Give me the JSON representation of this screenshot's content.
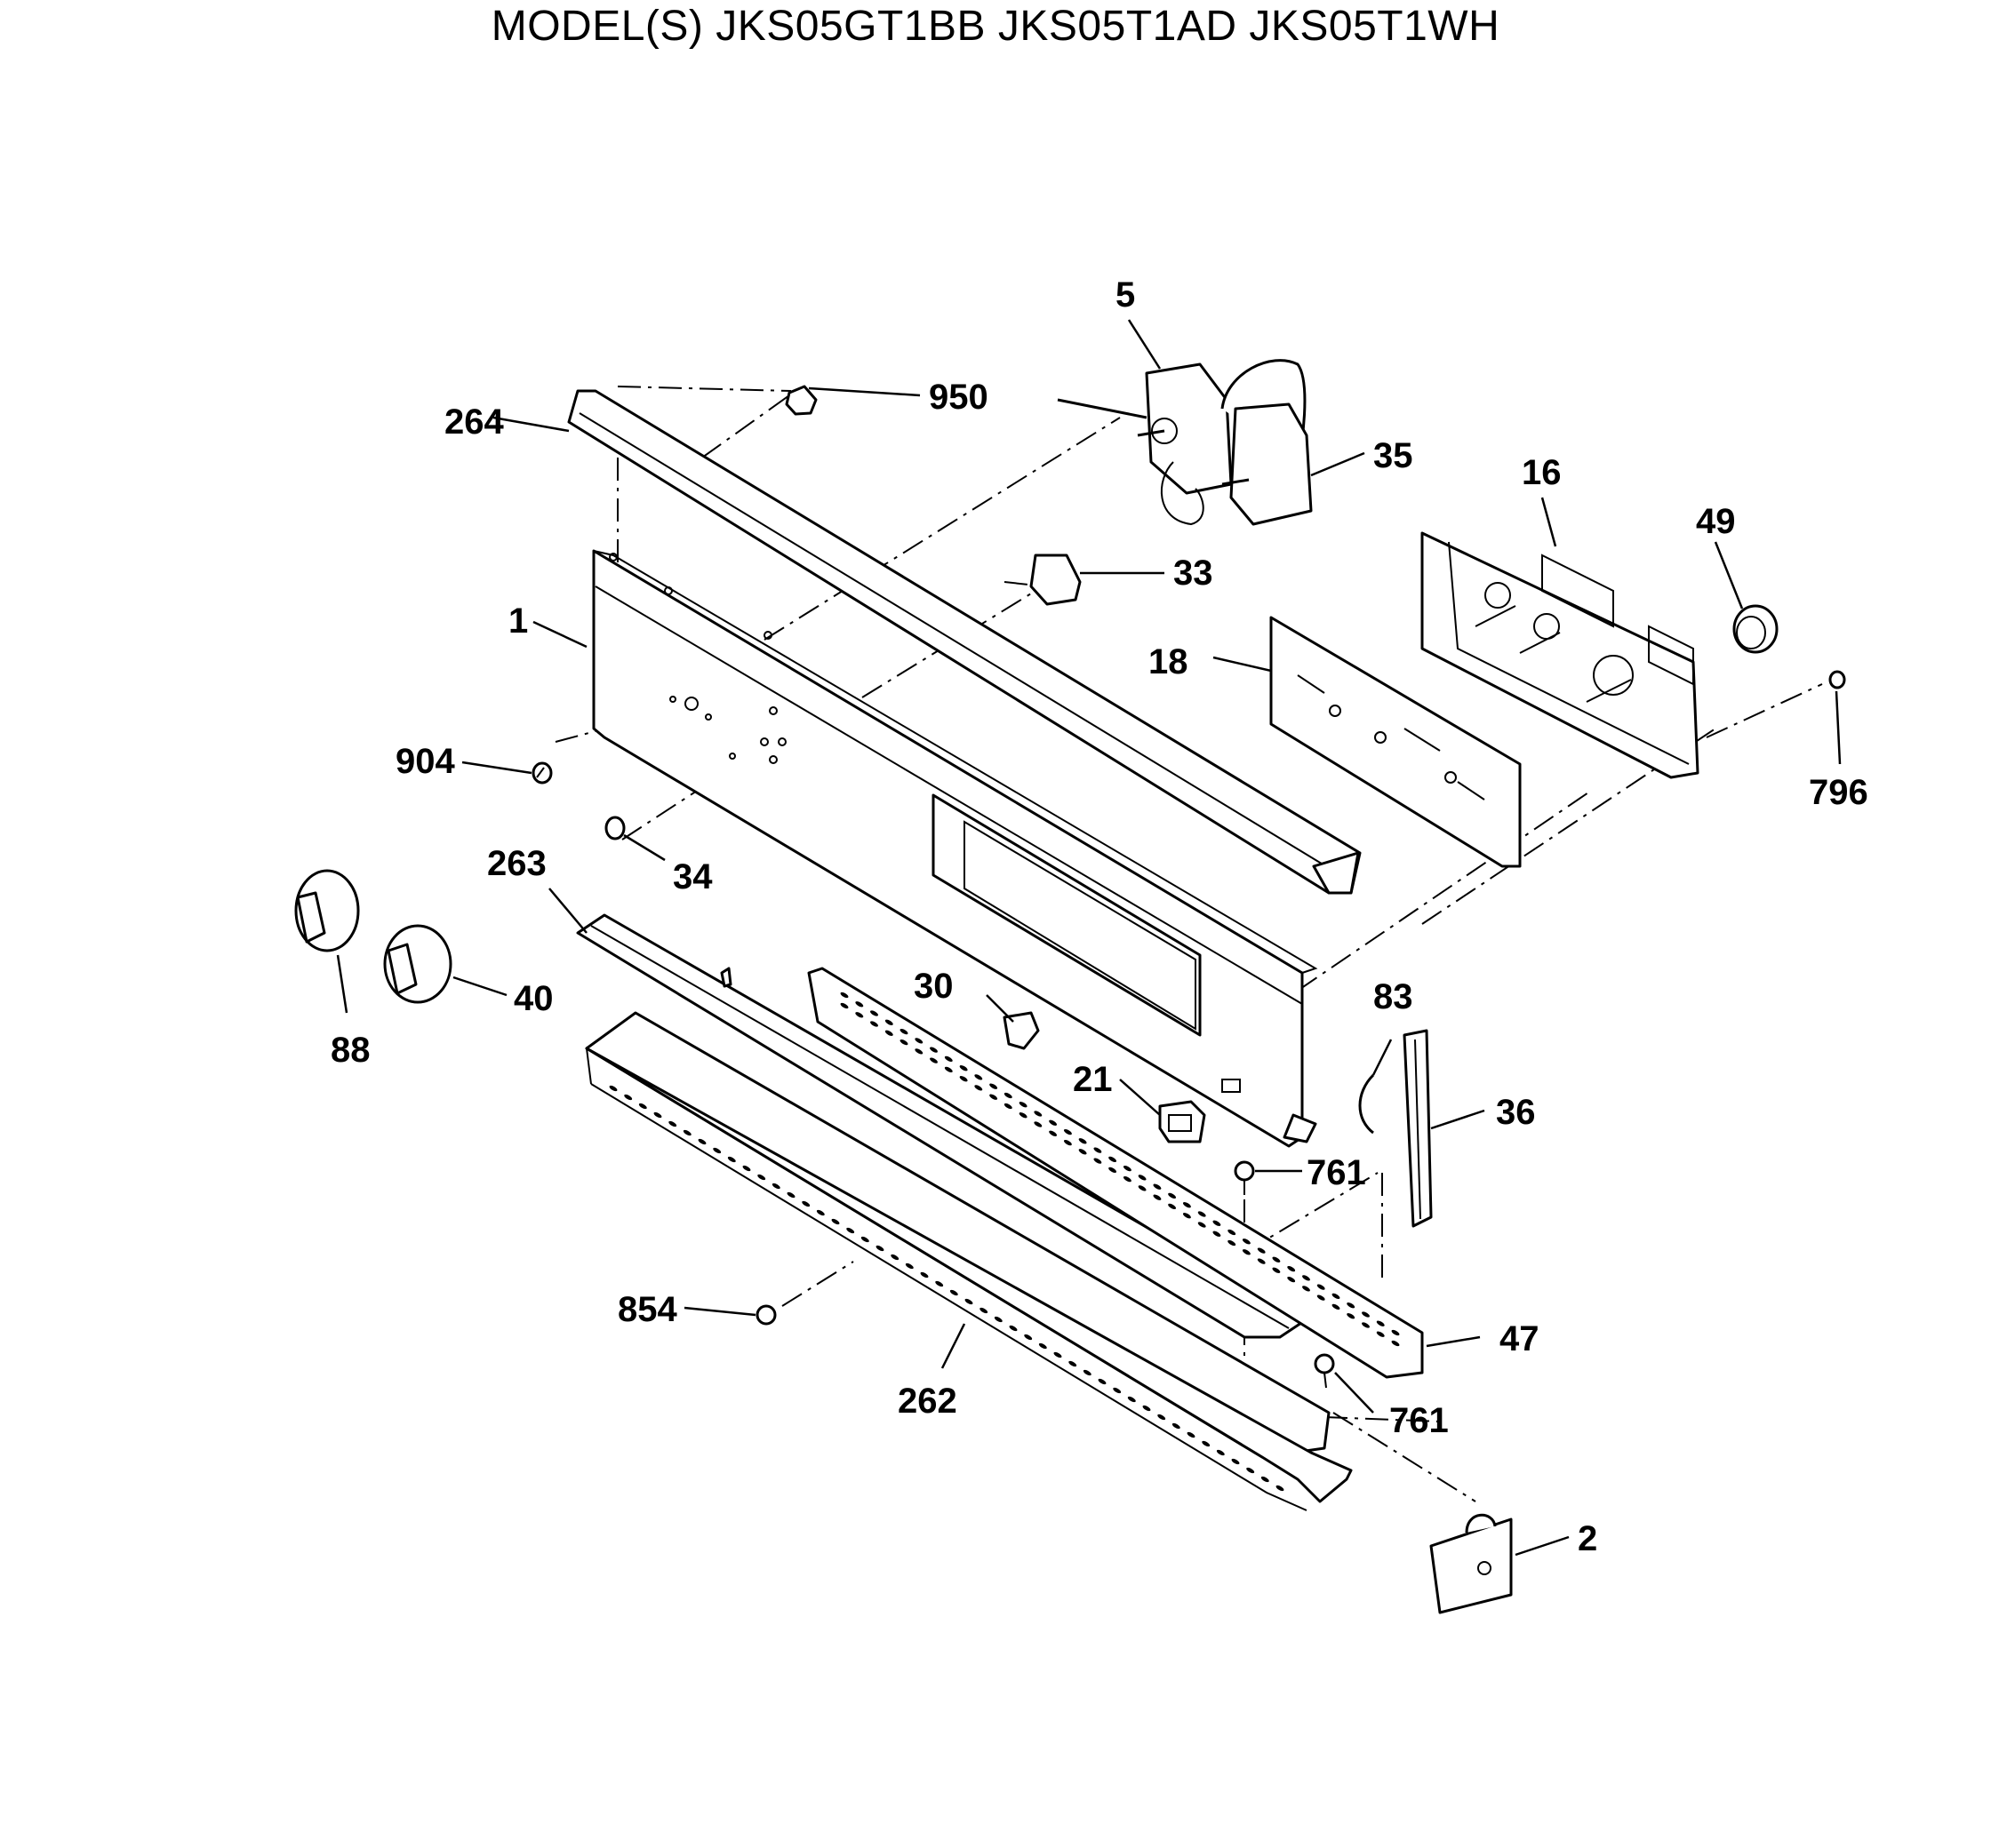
{
  "title": "MODEL(S) JKS05GT1BB  JKS05T1AD  JKS05T1WH",
  "callouts": {
    "p1": "1",
    "p2": "2",
    "p5": "5",
    "p16": "16",
    "p18": "18",
    "p21": "21",
    "p30": "30",
    "p33": "33",
    "p34": "34",
    "p35": "35",
    "p36": "36",
    "p40": "40",
    "p47": "47",
    "p49": "49",
    "p83": "83",
    "p88": "88",
    "p262": "262",
    "p263": "263",
    "p264": "264",
    "p761a": "761",
    "p761b": "761",
    "p796": "796",
    "p854": "854",
    "p904": "904",
    "p950": "950"
  }
}
